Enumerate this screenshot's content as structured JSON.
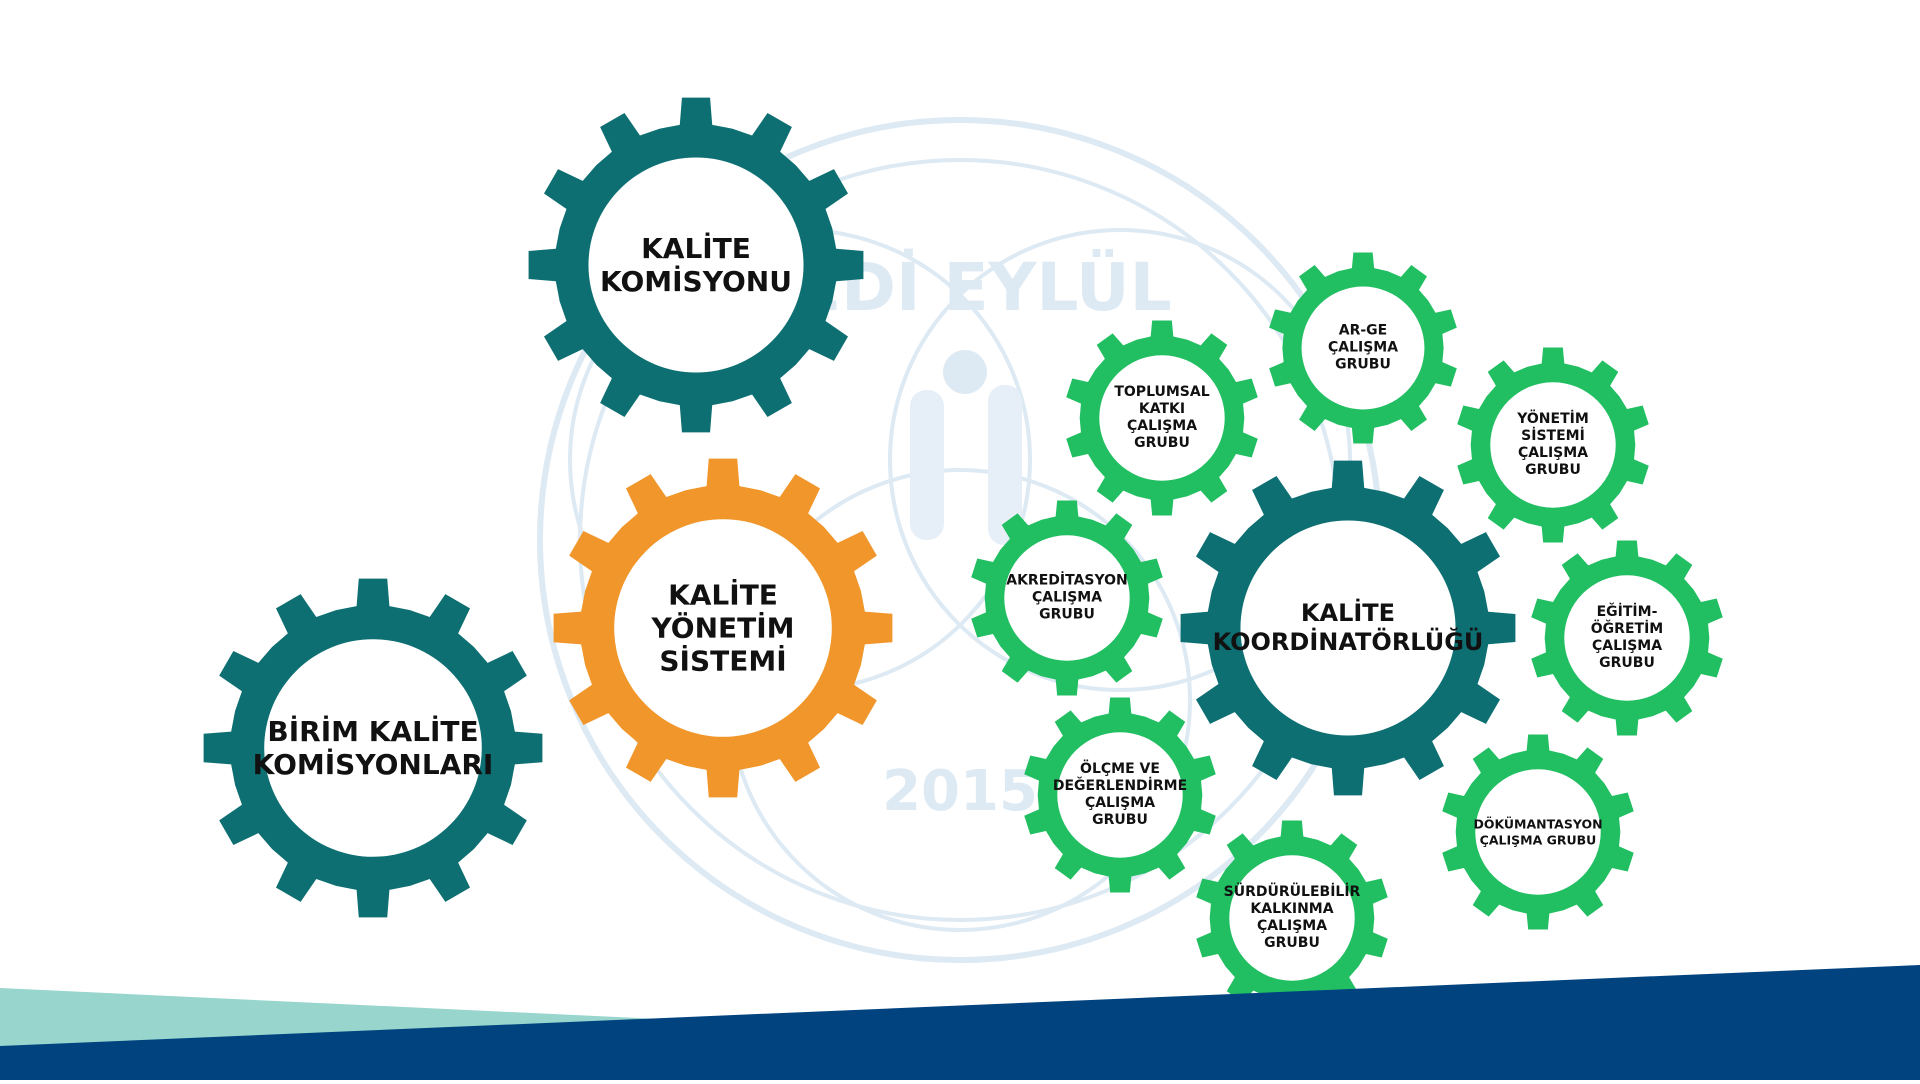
{
  "colors": {
    "dark_teal": "#0e6f72",
    "orange": "#f0962b",
    "green": "#21bf62",
    "bottom_navy": "#00437f",
    "bottom_mint": "#97d5cd",
    "watermark": "#dde9f3"
  },
  "watermark": {
    "arc_text": "YEDİ EYLÜL",
    "year": "2015"
  },
  "gears": [
    {
      "id": "kalite-komisyonu",
      "lines": [
        "KALİTE",
        "KOMİSYONU"
      ],
      "color": "dark_teal"
    },
    {
      "id": "kalite-yonetim-sistemi",
      "lines": [
        "KALİTE",
        "YÖNETİM",
        "SİSTEMİ"
      ],
      "color": "orange"
    },
    {
      "id": "birim-kalite-komisyonlari",
      "lines": [
        "BİRİM KALİTE",
        "KOMİSYONLARI"
      ],
      "color": "dark_teal"
    },
    {
      "id": "kalite-koordinatorlugu",
      "lines": [
        "KALİTE",
        "KOORDİNATÖRLÜĞÜ"
      ],
      "color": "dark_teal"
    },
    {
      "id": "toplumsal-katki",
      "lines": [
        "TOPLUMSAL",
        "KATKI",
        "ÇALIŞMA",
        "GRUBU"
      ],
      "color": "green"
    },
    {
      "id": "ar-ge",
      "lines": [
        "AR-GE",
        "ÇALIŞMA",
        "GRUBU"
      ],
      "color": "green"
    },
    {
      "id": "yonetim-sistemi",
      "lines": [
        "YÖNETİM",
        "SİSTEMİ",
        "ÇALIŞMA",
        "GRUBU"
      ],
      "color": "green"
    },
    {
      "id": "akreditasyon",
      "lines": [
        "AKREDİTASYON",
        "ÇALIŞMA",
        "GRUBU"
      ],
      "color": "green"
    },
    {
      "id": "egitim-ogretim",
      "lines": [
        "EĞİTİM-",
        "ÖĞRETİM",
        "ÇALIŞMA",
        "GRUBU"
      ],
      "color": "green"
    },
    {
      "id": "olcme-degerlendirme",
      "lines": [
        "ÖLÇME VE",
        "DEĞERLENDİRME",
        "ÇALIŞMA",
        "GRUBU"
      ],
      "color": "green"
    },
    {
      "id": "dokumantasyon",
      "lines": [
        "DÖKÜMANTASYON",
        "ÇALIŞMA GRUBU"
      ],
      "color": "green"
    },
    {
      "id": "surdurulebilir-kalkinma",
      "lines": [
        "SÜRDÜRÜLEBİLİR",
        "KALKINMA",
        "ÇALIŞMA",
        "GRUBU"
      ],
      "color": "green"
    }
  ]
}
